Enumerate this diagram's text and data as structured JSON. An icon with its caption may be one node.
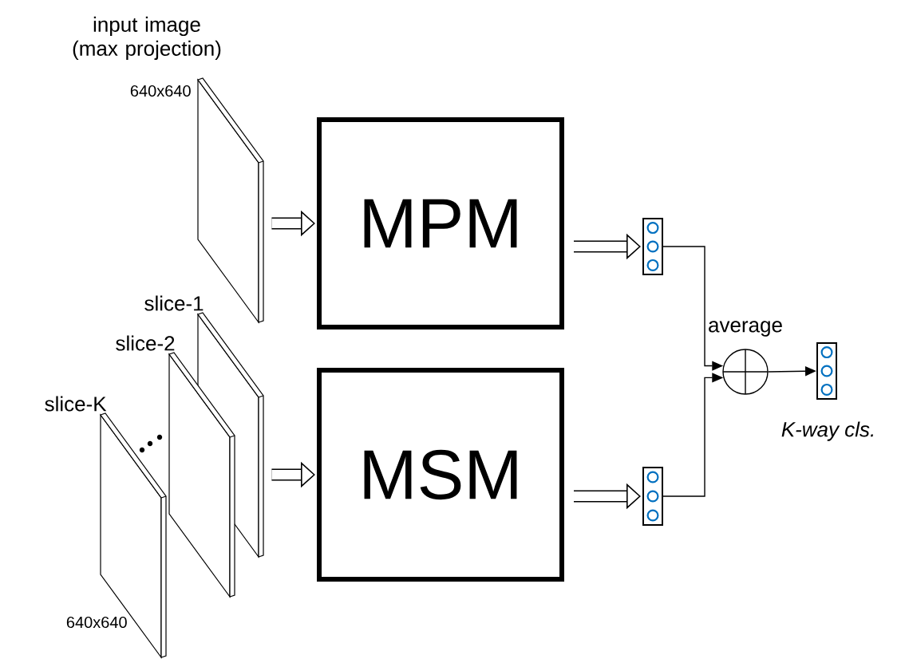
{
  "diagram": {
    "nodes": [
      {
        "text": [
          "input image (max projection)"
        ],
        "beside": [
          "640x640"
        ]
      },
      {
        "text": [
          "MPM"
        ]
      },
      {
        "text": [],
        "shape": "box"
      },
      {
        "text": [
          "slice-1"
        ]
      },
      {
        "text": [
          "slice-2"
        ]
      },
      {
        "text": [
          "slice-K"
        ],
        "beside": [
          "640x640"
        ]
      },
      {
        "text": [
          "MSM"
        ]
      },
      {
        "text": [],
        "shape": "box"
      },
      {
        "text": [
          "average"
        ]
      },
      {
        "text": [],
        "shape": "box",
        "beside": [
          "*K-way cls.*"
        ]
      }
    ],
    "edges": [
      {
        "from": 0,
        "to": 1,
        "arrow": "to"
      },
      {
        "from": 1,
        "to": 2,
        "arrow": "to"
      },
      {
        "from": 3,
        "to": 6,
        "arrow": "to"
      },
      {
        "from": 6,
        "to": 7,
        "arrow": "to"
      },
      {
        "from": 2,
        "to": 8,
        "arrow": "to"
      },
      {
        "from": 7,
        "to": 8,
        "arrow": "to"
      },
      {
        "from": 8,
        "to": 9,
        "arrow": "to"
      }
    ]
  }
}
